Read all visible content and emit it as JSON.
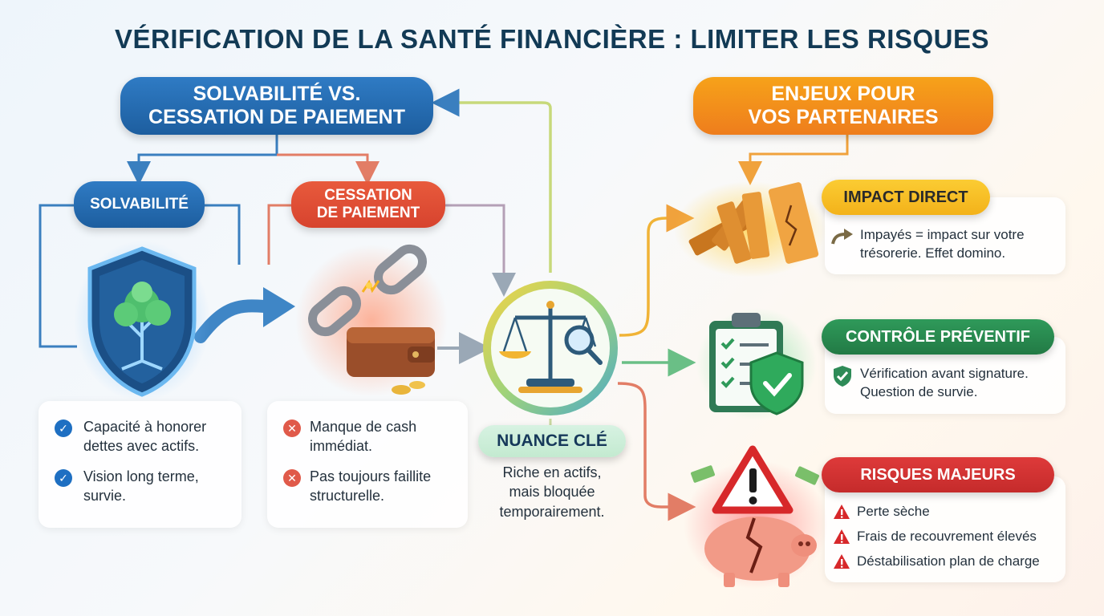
{
  "title": "VÉRIFICATION DE LA SANTÉ FINANCIÈRE : LIMITER LES RISQUES",
  "left_header": {
    "line1": "SOLVABILITÉ VS.",
    "line2": "CESSATION DE PAIEMENT"
  },
  "solvabilite": {
    "label": "SOLVABILITÉ",
    "points": [
      {
        "line1": "Capacité à honorer",
        "line2": "dettes avec actifs."
      },
      {
        "line1": "Vision long terme,",
        "line2": "survie."
      }
    ]
  },
  "cessation": {
    "line1": "CESSATION",
    "line2": "DE PAIEMENT",
    "points": [
      {
        "line1": "Manque de cash",
        "line2": "immédiat."
      },
      {
        "line1": "Pas toujours faillite",
        "line2": "structurelle."
      }
    ]
  },
  "nuance": {
    "label": "NUANCE CLÉ",
    "line1": "Riche en actifs,",
    "line2": "mais bloquée",
    "line3": "temporairement."
  },
  "right_header": {
    "line1": "ENJEUX POUR",
    "line2": "VOS PARTENAIRES"
  },
  "impact": {
    "label": "IMPACT DIRECT",
    "line1": "Impayés = impact sur votre",
    "line2": "trésorerie. Effet domino."
  },
  "controle": {
    "label": "CONTRÔLE PRÉVENTIF",
    "line1": "Vérification avant signature.",
    "line2": "Question de survie."
  },
  "risques": {
    "label": "RISQUES MAJEURS",
    "items": [
      "Perte sèche",
      "Frais de recouvrement élevés",
      "Déstabilisation plan de charge"
    ]
  },
  "icons": {
    "solvabilite": "shield-tree-icon",
    "cessation": "broken-chain-wallet-icon",
    "nuance": "balance-scale-magnifier-icon",
    "impact": "falling-dominoes-icon",
    "controle": "checklist-shield-icon",
    "risques": "broken-piggy-bank-warning-icon"
  },
  "colors": {
    "title": "#123a55",
    "blue": "#1d5e9f",
    "orange": "#ee7d1c",
    "red": "#d7432e",
    "yellow": "#f3b21a",
    "green": "#227a45",
    "crimson": "#c52b2b"
  }
}
